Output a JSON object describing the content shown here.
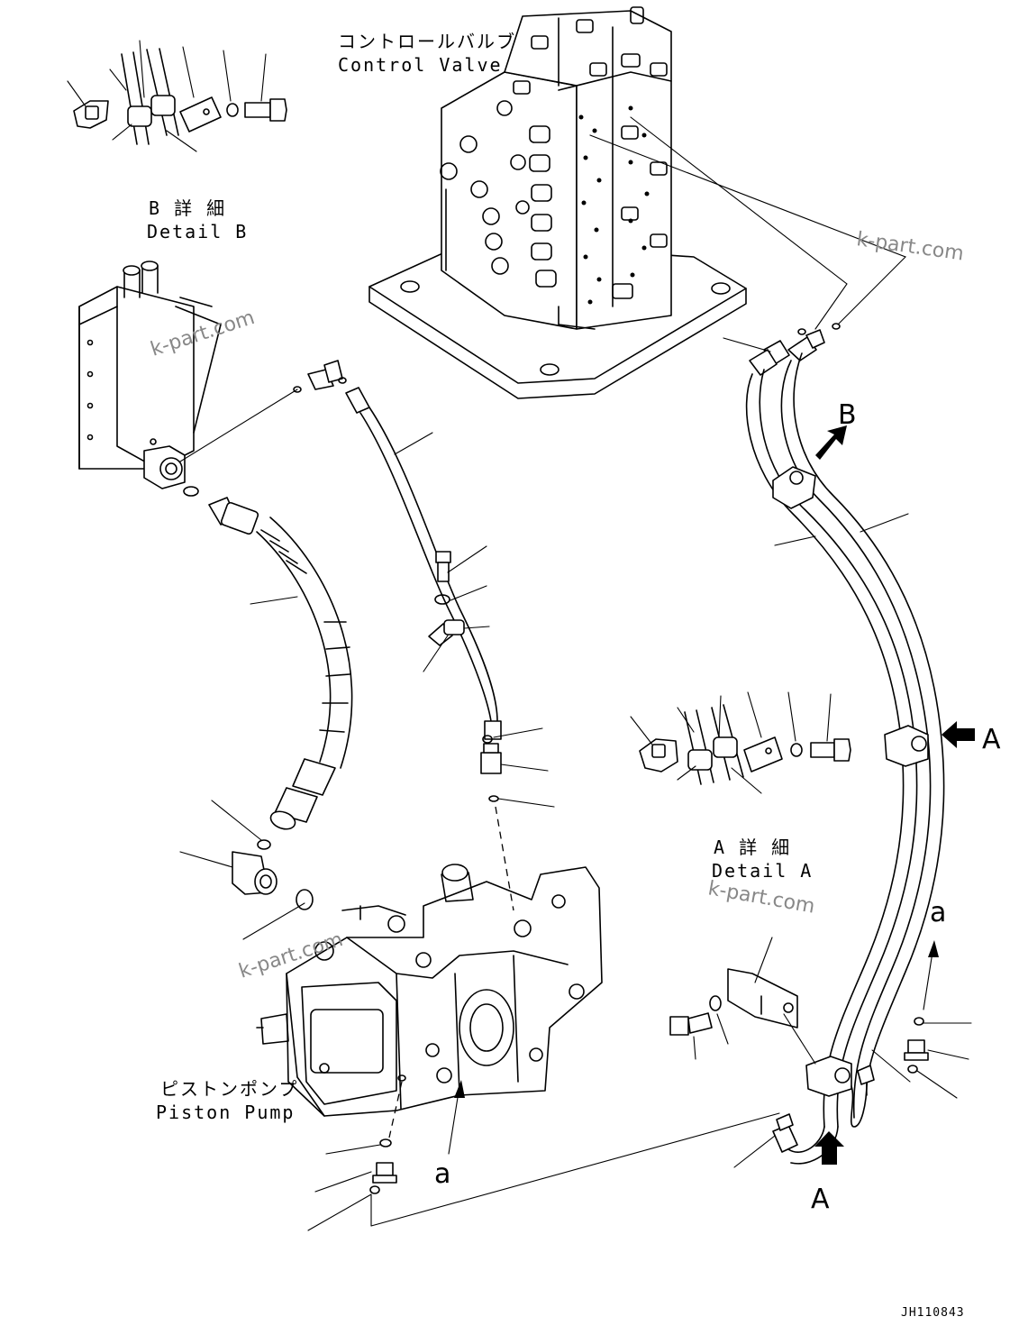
{
  "components": {
    "control_valve_jp": "コントロールバルブ",
    "control_valve_en": "Control Valve",
    "piston_pump_jp": "ピストンポンプ",
    "piston_pump_en": "Piston Pump"
  },
  "details": {
    "detail_b_jp": "B 詳 細",
    "detail_b_en": "Detail B",
    "detail_a_jp": "A 詳 細",
    "detail_a_en": "Detail A"
  },
  "view_markers": {
    "b": "B",
    "a_side": "A",
    "a_bottom": "A"
  },
  "connection_labels": {
    "a_right": "a",
    "a_pump": "a"
  },
  "watermark": "k-part.com",
  "drawing_number": "JH110843",
  "colors": {
    "line": "#000000",
    "background": "#ffffff",
    "watermark": "#888888"
  }
}
